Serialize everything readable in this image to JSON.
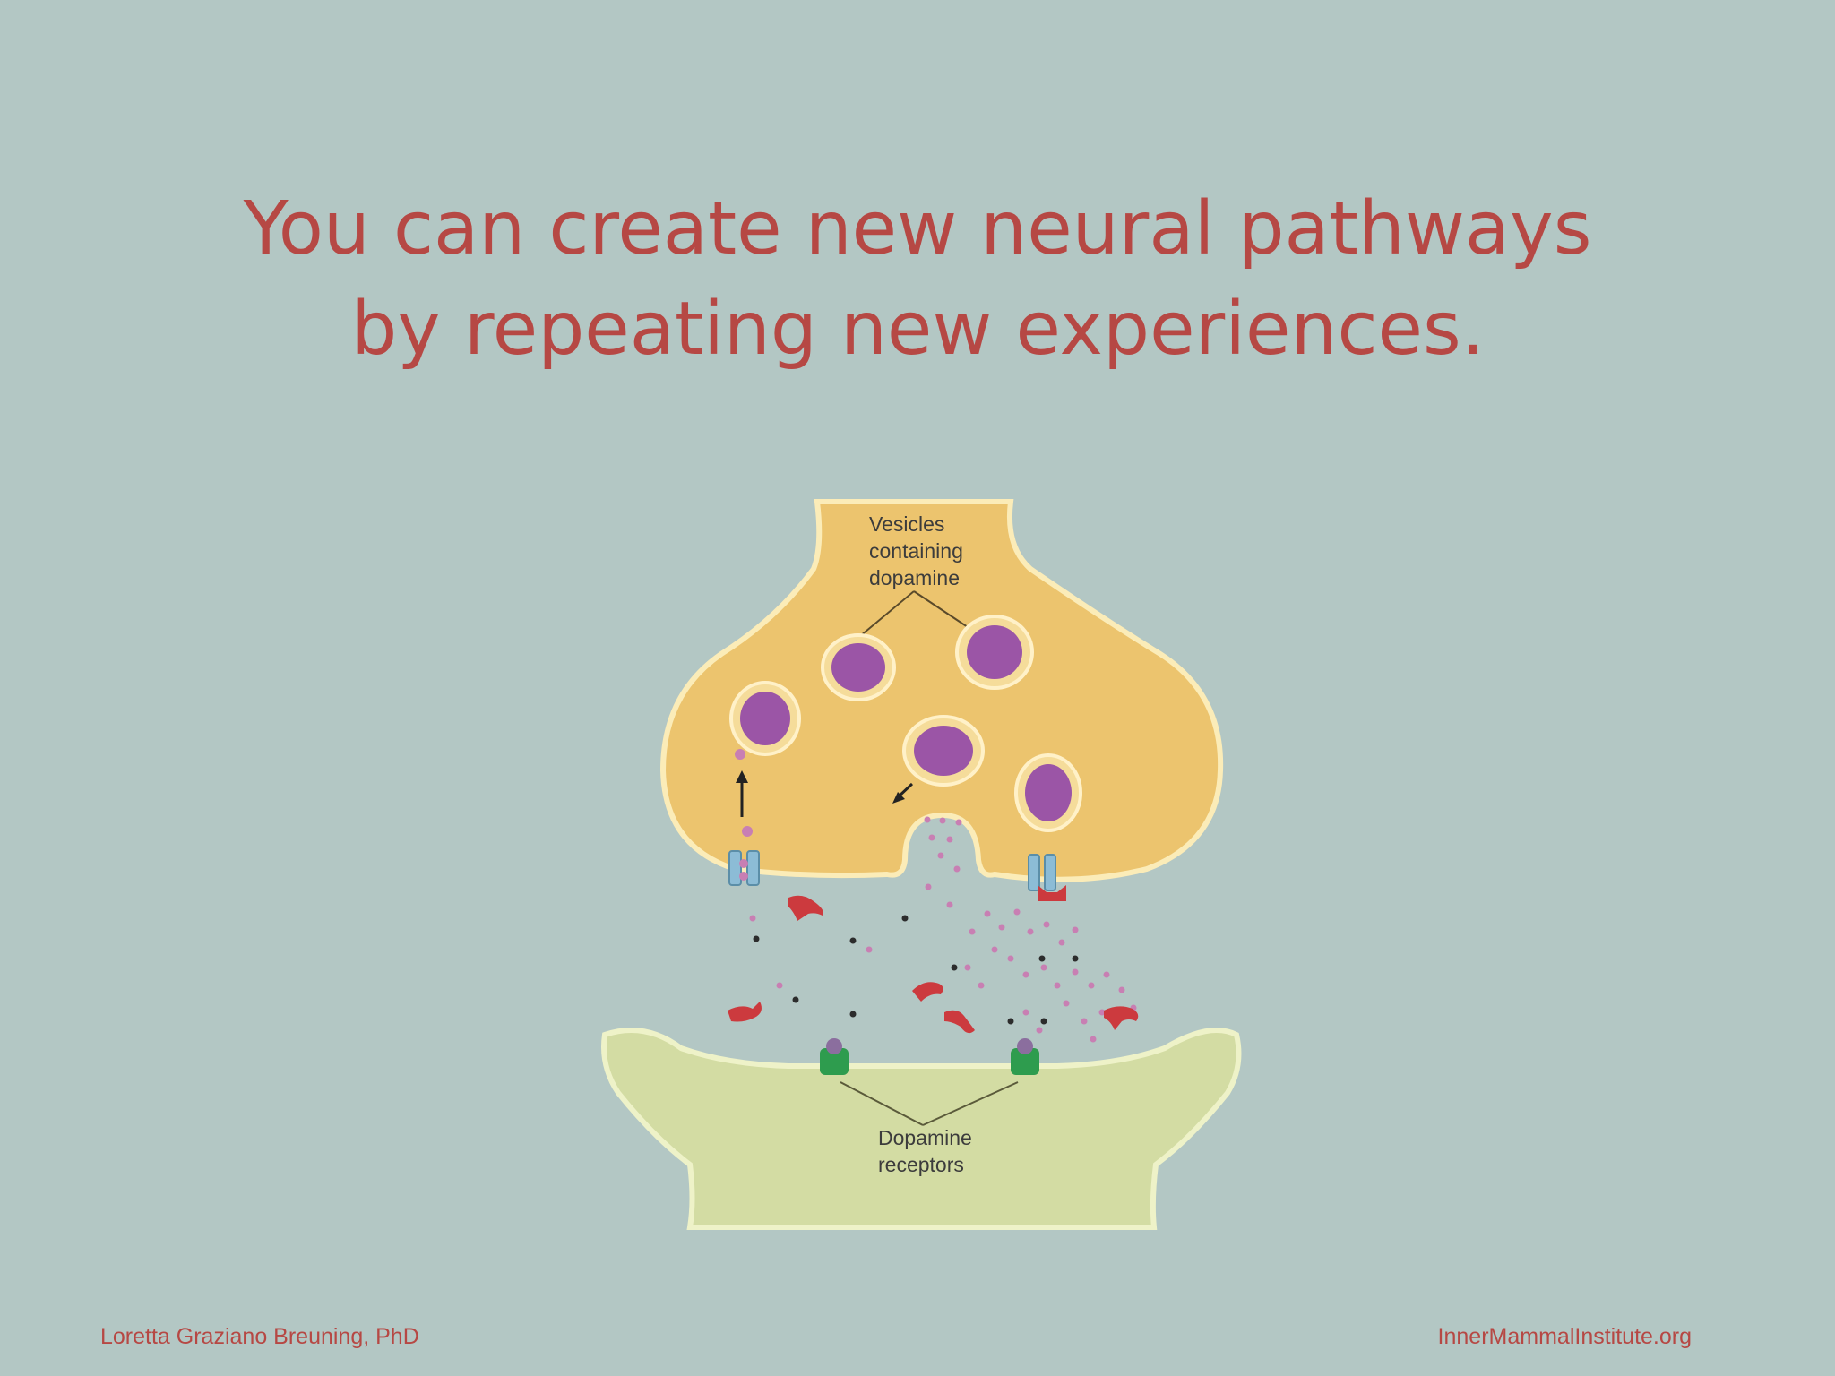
{
  "slide": {
    "title_line1": "You can create new neural pathways",
    "title_line2": "by repeating new experiences.",
    "footer_left": "Loretta Graziano Breuning, PhD",
    "footer_right": "InnerMammalInstitute.org"
  },
  "diagram": {
    "vesicle_label_line1": "Vesicles",
    "vesicle_label_line2": "containing",
    "vesicle_label_line3": "dopamine",
    "receptor_label_line1": "Dopamine",
    "receptor_label_line2": "receptors"
  },
  "colors": {
    "background": "#b3c7c4",
    "title_text": "#b64844",
    "presynaptic": "#ecc46e",
    "postsynaptic": "#d3dca3",
    "vesicle_fill": "#9b55a6",
    "receptor": "#2e9c4e",
    "transporter": "#8cbcd6",
    "enzyme": "#cc3a3e"
  }
}
